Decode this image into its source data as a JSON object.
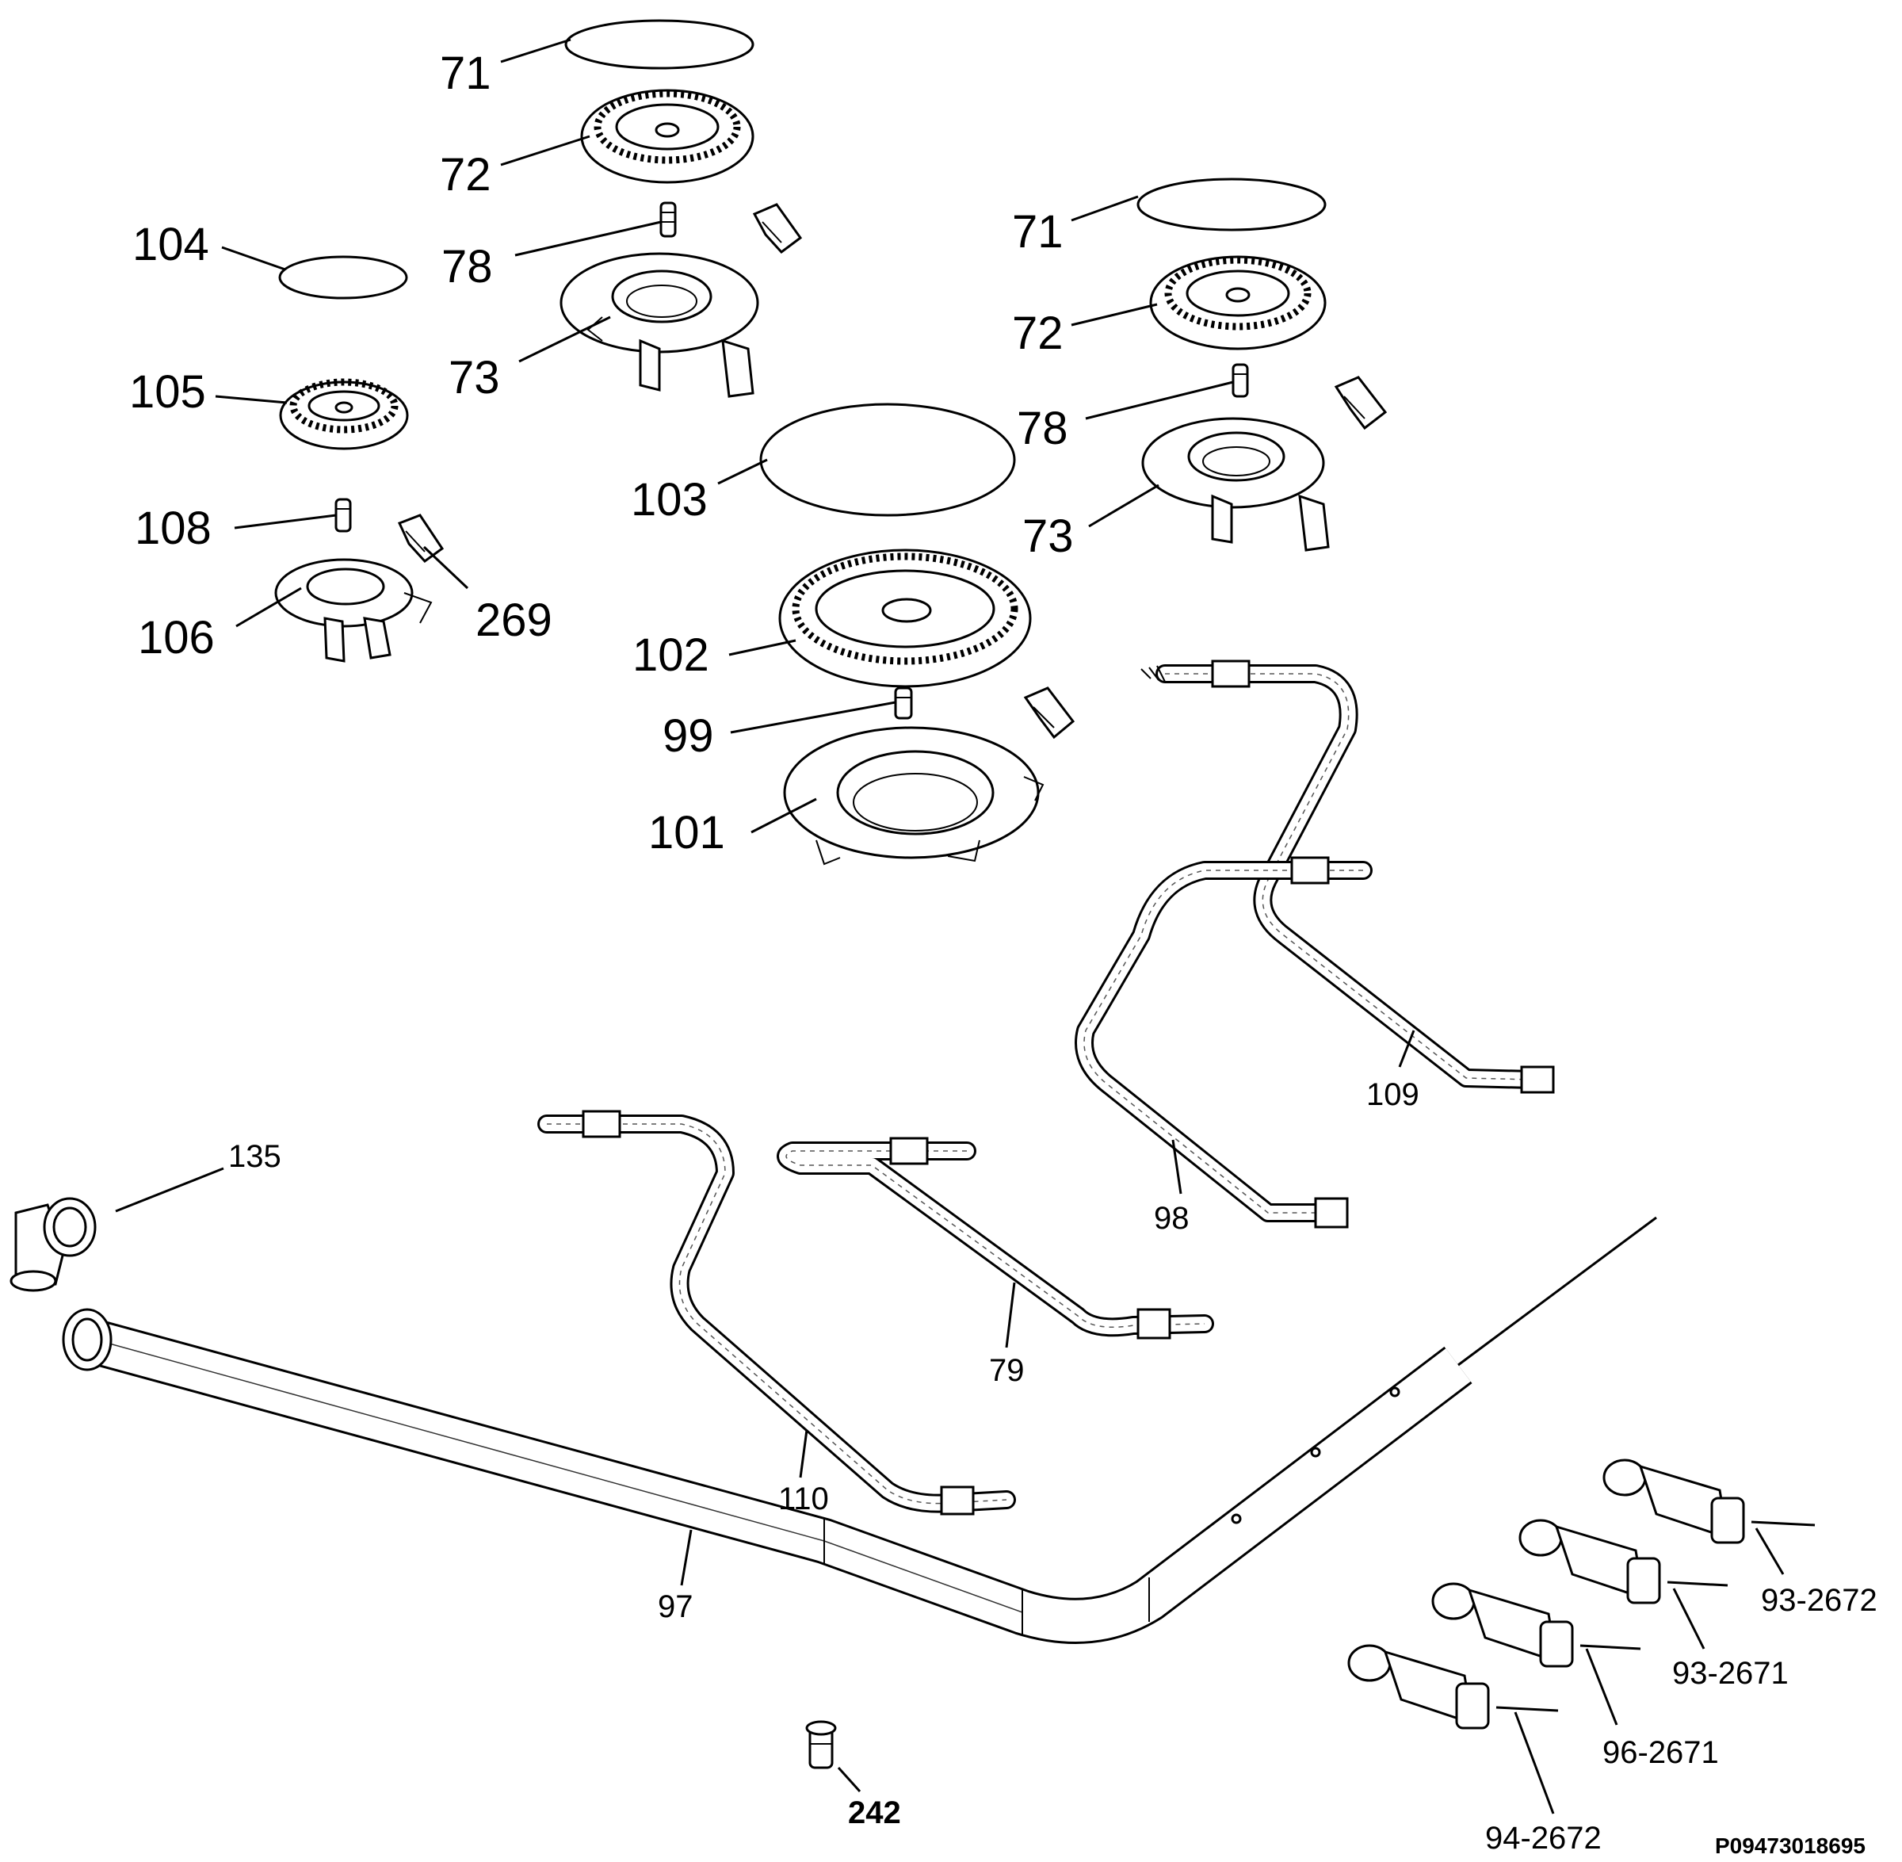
{
  "labels": {
    "p71a": "71",
    "p72a": "72",
    "p78a": "78",
    "p73a": "73",
    "p104": "104",
    "p105": "105",
    "p108": "108",
    "p106": "106",
    "p269": "269",
    "p103": "103",
    "p102": "102",
    "p99": "99",
    "p101": "101",
    "p71b": "71",
    "p72b": "72",
    "p78b": "78",
    "p73b": "73",
    "p109": "109",
    "p98": "98",
    "p79": "79",
    "p110": "110",
    "p135": "135",
    "p97": "97",
    "p242": "242",
    "v93_2672": "93-2672",
    "v93_2671": "93-2671",
    "v96_2671": "96-2671",
    "v94_2672": "94-2672"
  },
  "drawing_code": "P09473018695"
}
